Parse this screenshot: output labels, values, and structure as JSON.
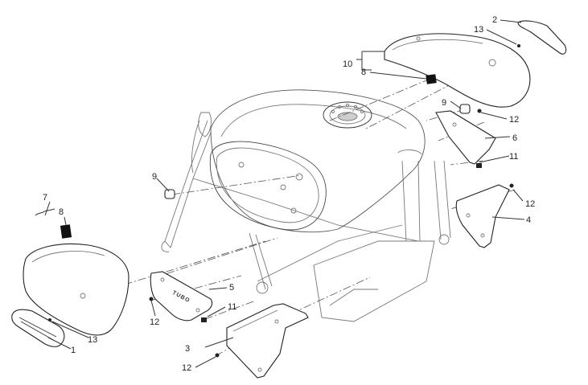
{
  "diagram": {
    "callouts": {
      "c1": "1",
      "c2": "2",
      "c3": "3",
      "c4": "4",
      "c5": "5",
      "c6": "6",
      "c7": "7",
      "c8_top": "8",
      "c8_left": "8",
      "c9_top": "9",
      "c9_left": "9",
      "c10": "10",
      "c11_right": "11",
      "c11_bottom": "11",
      "c12_right_top": "12",
      "c12_right_mid": "12",
      "c12_bottom_left": "12",
      "c12_bottom_mid": "12",
      "c13_top": "13",
      "c13_bottom": "13"
    },
    "part_markings": {
      "cover_5_logo": "TUBO"
    }
  }
}
